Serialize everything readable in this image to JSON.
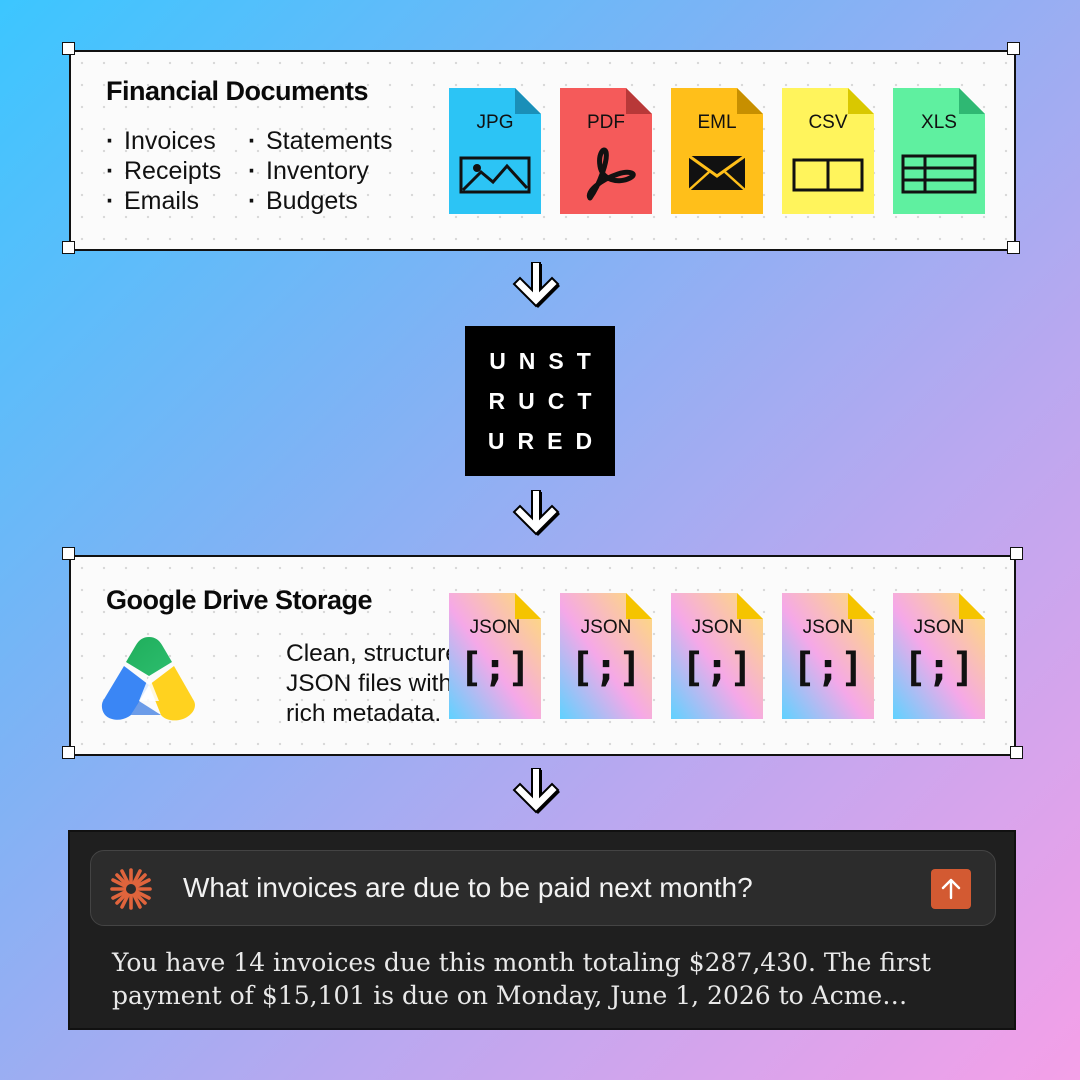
{
  "financial": {
    "title": "Financial Documents",
    "bullets_left": [
      "Invoices",
      "Receipts",
      "Emails"
    ],
    "bullets_right": [
      "Statements",
      "Inventory",
      "Budgets"
    ],
    "files": [
      {
        "label": "JPG",
        "color": "#2cc4f5",
        "fold": "#1a8fb8",
        "icon": "image-icon"
      },
      {
        "label": "PDF",
        "color": "#f55a5a",
        "fold": "#b83838",
        "icon": "acrobat-icon"
      },
      {
        "label": "EML",
        "color": "#ffbf1a",
        "fold": "#c78f00",
        "icon": "envelope-icon"
      },
      {
        "label": "CSV",
        "color": "#fff45c",
        "fold": "#d9c800",
        "icon": "two-cell-table-icon"
      },
      {
        "label": "XLS",
        "color": "#5ff0a0",
        "fold": "#2fb873",
        "icon": "spreadsheet-icon"
      }
    ]
  },
  "logo": {
    "rows": [
      "UNST",
      "RUCT",
      "URED"
    ]
  },
  "storage": {
    "title": "Google Drive Storage",
    "description_lines": [
      "Clean, structured",
      "JSON files with",
      "rich metadata."
    ],
    "files": [
      {
        "label": "JSON",
        "glyph": "[;]"
      },
      {
        "label": "JSON",
        "glyph": "[;]"
      },
      {
        "label": "JSON",
        "glyph": "[;]"
      },
      {
        "label": "JSON",
        "glyph": "[;]"
      },
      {
        "label": "JSON",
        "glyph": "[;]"
      }
    ]
  },
  "chat": {
    "question": "What invoices are due to be paid next month?",
    "answer_lines": [
      "You have 14 invoices due this month totaling $287,430. The first",
      "payment of $15,101 is due on Monday, June 1, 2026 to Acme…"
    ],
    "accent": "#d35a32"
  }
}
